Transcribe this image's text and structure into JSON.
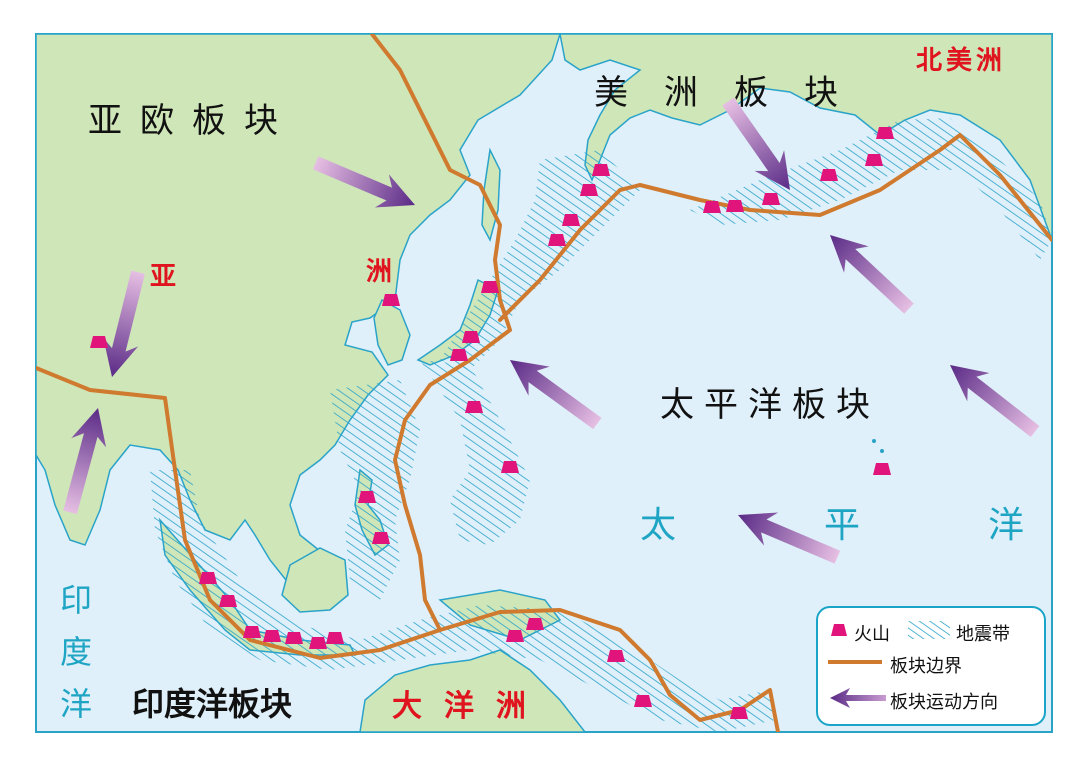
{
  "labels": {
    "eurasian_plate": "亚欧板块",
    "american_plate": "美洲板块",
    "pacific_plate": "太平洋板块",
    "indian_ocean_plate": "印度洋板块",
    "north_america": "北美洲",
    "asia_left": "亚",
    "asia_right": "洲",
    "oceania": "大洋洲",
    "pacific_ocean": [
      "太",
      "平",
      "洋"
    ],
    "indian_ocean": [
      "印",
      "度",
      "洋"
    ]
  },
  "legend": {
    "volcano": "火山",
    "seismic_belt": "地震带",
    "plate_boundary": "板块边界",
    "plate_motion": "板块运动方向"
  },
  "colors": {
    "land": "#cfe6b8",
    "sea": "#dff0fa",
    "coast": "#2aa3c9",
    "boundary": "#cf7a2e",
    "volcano": "#e0147a",
    "arrow": "#7b3f9c",
    "continent_text": "#e0141e",
    "ocean_text": "#1fa5c4"
  },
  "icons": {
    "volcano": "volcano-icon",
    "seismic_belt": "seismic-belt-icon",
    "plate_boundary": "plate-boundary-line-icon",
    "plate_motion": "plate-motion-arrow-icon"
  }
}
